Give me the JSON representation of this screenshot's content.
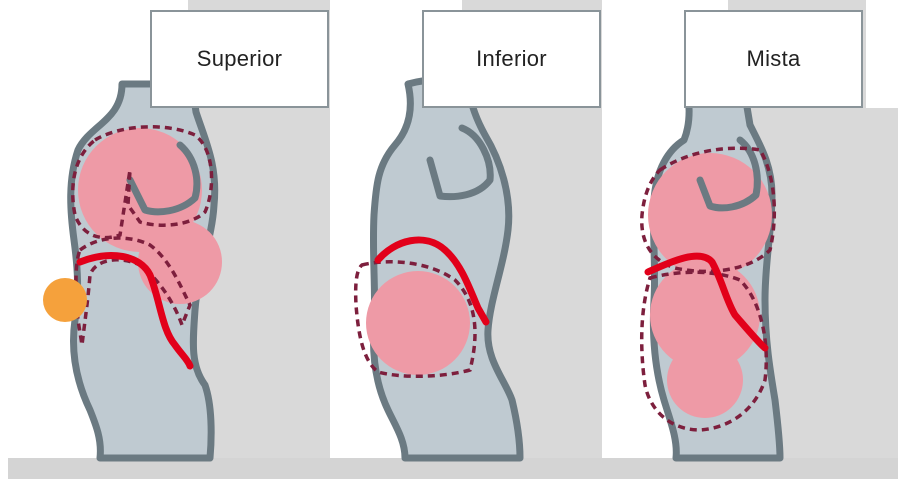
{
  "panels": [
    {
      "label": "Superior"
    },
    {
      "label": "Inferior"
    },
    {
      "label": "Mista"
    }
  ],
  "colors": {
    "wall": "#d9d9d9",
    "floor": "#d4d4d4",
    "body_fill": "#bfcad1",
    "body_outline": "#6b7a82",
    "lesion_fill": "#ee9aa6",
    "dashed_outline": "#7d1f3d",
    "red_line": "#e2001a",
    "orange_marker": "#f5a13c",
    "label_border": "#8a9499"
  },
  "icons": [
    "orange-circle-marker"
  ]
}
